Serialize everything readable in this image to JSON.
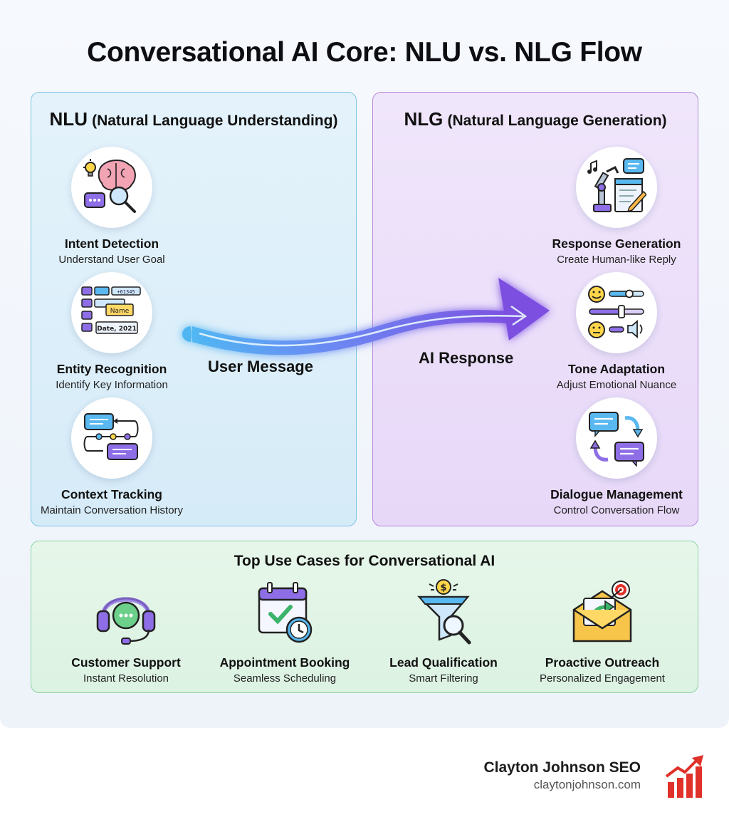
{
  "title": "Conversational AI Core: NLU vs. NLG Flow",
  "nlu": {
    "abbr": "NLU",
    "full": "(Natural Language Understanding)",
    "features": [
      {
        "title": "Intent Detection",
        "subtitle": "Understand User Goal",
        "icon": "brain-lightbulb-icon",
        "badge": ""
      },
      {
        "title": "Entity Recognition",
        "subtitle": "Identify Key Information",
        "icon": "entity-grid-icon",
        "badge": "Name",
        "badge2": "Date, 2021",
        "badge3": "+61345"
      },
      {
        "title": "Context Tracking",
        "subtitle": "Maintain Conversation History",
        "icon": "context-flow-icon"
      }
    ]
  },
  "nlg": {
    "abbr": "NLG",
    "full": "(Natural Language Generation)",
    "features": [
      {
        "title": "Response Generation",
        "subtitle": "Create Human-like Reply",
        "icon": "robot-arm-writing-icon"
      },
      {
        "title": "Tone Adaptation",
        "subtitle": "Adjust Emotional Nuance",
        "icon": "tone-sliders-icon"
      },
      {
        "title": "Dialogue Management",
        "subtitle": "Control Conversation Flow",
        "icon": "dialogue-cycle-icon"
      }
    ]
  },
  "flow": {
    "user_message": "User Message",
    "ai_response": "AI Response"
  },
  "use_cases": {
    "title": "Top Use Cases for Conversational AI",
    "items": [
      {
        "name": "Customer Support",
        "desc": "Instant Resolution",
        "icon": "headset-icon"
      },
      {
        "name": "Appointment Booking",
        "desc": "Seamless Scheduling",
        "icon": "calendar-clock-icon"
      },
      {
        "name": "Lead Qualification",
        "desc": "Smart Filtering",
        "icon": "funnel-search-icon"
      },
      {
        "name": "Proactive Outreach",
        "desc": "Personalized Engagement",
        "icon": "envelope-target-icon"
      }
    ]
  },
  "brand": {
    "name": "Clayton Johnson SEO",
    "url": "claytonjohnson.com",
    "logo_icon": "bar-chart-growth-icon"
  },
  "colors": {
    "nlu_panel": "#d6ebf8",
    "nlg_panel": "#e7d8f8",
    "usecase_panel": "#dcf2e2",
    "arrow_start": "#5ab8f0",
    "arrow_end": "#7b4fe0",
    "brand_red": "#e0312a"
  }
}
